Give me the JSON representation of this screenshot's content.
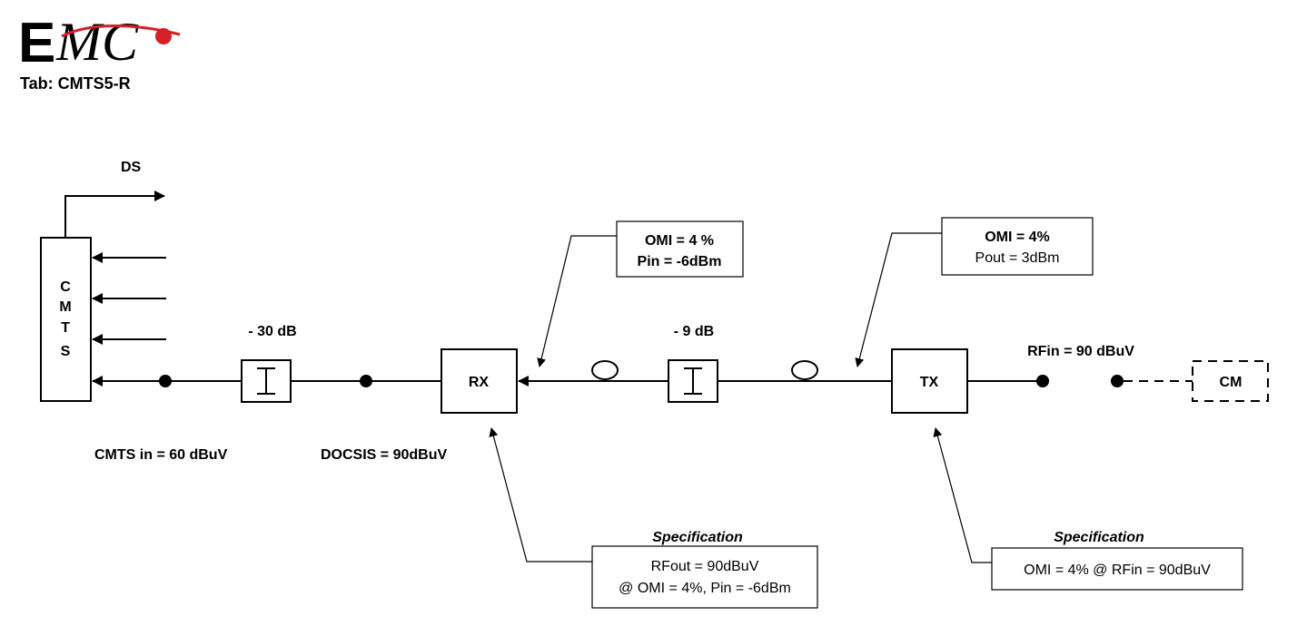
{
  "header": {
    "logo_e": "E",
    "logo_mc": "MC",
    "tab_label": "Tab: CMTS5-R"
  },
  "diagram": {
    "cmts_letters": [
      "C",
      "M",
      "T",
      "S"
    ],
    "ds_label": "DS",
    "attenuator_left_label": "- 30 dB",
    "attenuator_right_label": "- 9 dB",
    "rx_label": "RX",
    "tx_label": "TX",
    "cm_label": "CM",
    "rfin_label": "RFin = 90 dBuV",
    "cmts_in_label": "CMTS in = 60 dBuV",
    "docsis_label": "DOCSIS = 90dBuV",
    "rx_callout": {
      "line1": "OMI = 4 %",
      "line2": "Pin = -6dBm"
    },
    "tx_callout": {
      "line1": "OMI = 4%",
      "line2": "Pout = 3dBm"
    },
    "rx_spec": {
      "title": "Specification",
      "line1": "RFout = 90dBuV",
      "line2": "@ OMI = 4%, Pin = -6dBm"
    },
    "tx_spec": {
      "title": "Specification",
      "line1": "OMI = 4% @ RFin = 90dBuV"
    }
  },
  "colors": {
    "logo_red": "#d61f26",
    "ink": "#000000"
  }
}
